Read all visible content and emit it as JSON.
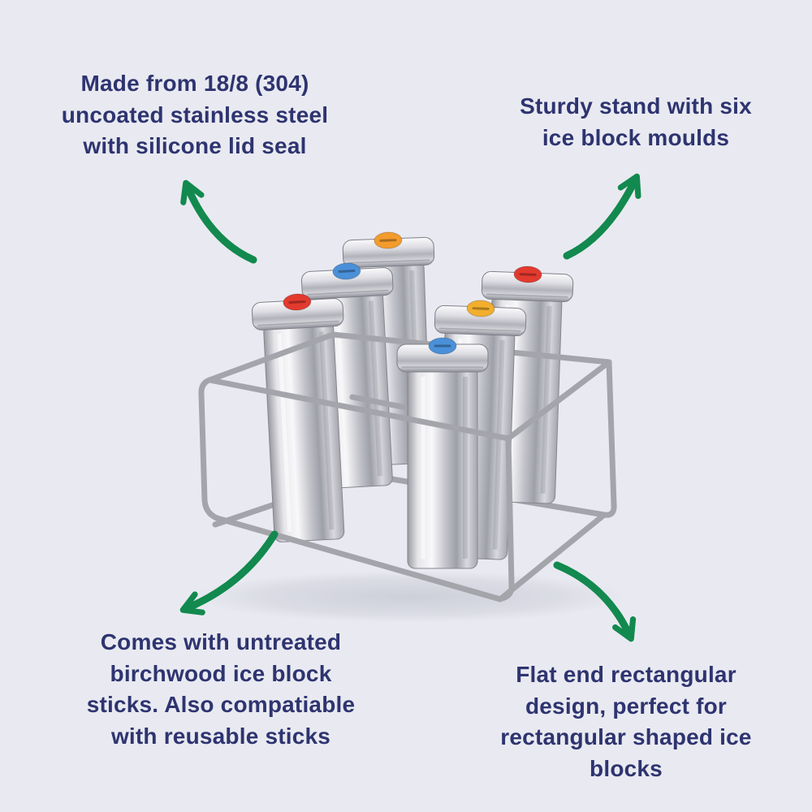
{
  "page": {
    "background": "#e9eaf1"
  },
  "colors": {
    "page_background": "#e9eaf1",
    "annotation_text": "#2e3470",
    "arrow_green": "#12894e",
    "steel_light": "#f2f2f5",
    "steel_dark": "#9a9aa2"
  },
  "annotations": {
    "top_left": {
      "lines": [
        "Made from 18/8 (304)",
        "uncoated stainless steel",
        "with silicone lid seal"
      ]
    },
    "top_right": {
      "lines": [
        "Sturdy stand with six",
        "ice block moulds"
      ]
    },
    "bottom_left": {
      "lines": [
        "Comes with untreated",
        "birchwood ice block",
        "sticks. Also compatiable",
        "with reusable sticks"
      ]
    },
    "bottom_right": {
      "lines": [
        "Flat end rectangular",
        "design, perfect for",
        "rectangular shaped ice",
        "blocks"
      ]
    }
  },
  "product": {
    "mould_count": 6,
    "lid_tabs": [
      {
        "position": "back-middle",
        "color": "#f39b2d"
      },
      {
        "position": "back-left",
        "color": "#4a90d9"
      },
      {
        "position": "back-right",
        "color": "#e23a2e"
      },
      {
        "position": "front-left",
        "color": "#e23a2e"
      },
      {
        "position": "front-right",
        "color": "#f2ae2d"
      },
      {
        "position": "front-middle",
        "color": "#4a90d9"
      }
    ]
  }
}
